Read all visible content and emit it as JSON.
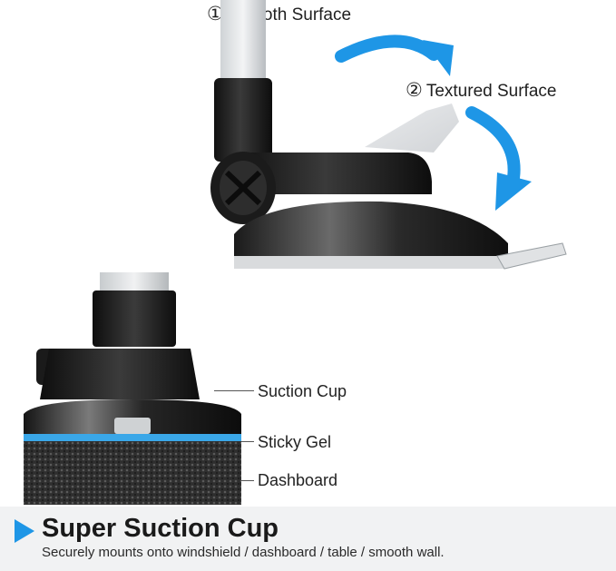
{
  "steps": [
    {
      "number": "①",
      "label": "Smooth Surface"
    },
    {
      "number": "②",
      "label": "Textured Surface"
    }
  ],
  "callouts": {
    "suction_cup": "Suction Cup",
    "sticky_gel": "Sticky Gel",
    "dashboard": "Dashboard"
  },
  "banner": {
    "title": "Super Suction Cup",
    "subtitle": "Securely mounts onto windshield / dashboard / table / smooth wall."
  },
  "colors": {
    "arrow_blue": "#1e96e6",
    "gel_blue": "#3aa7e8",
    "banner_bg": "#f1f2f3",
    "marker_blue": "#1e96e6"
  },
  "icons": [
    "circled-one-icon",
    "circled-two-icon",
    "curved-arrow-icon",
    "triangle-marker-icon"
  ]
}
